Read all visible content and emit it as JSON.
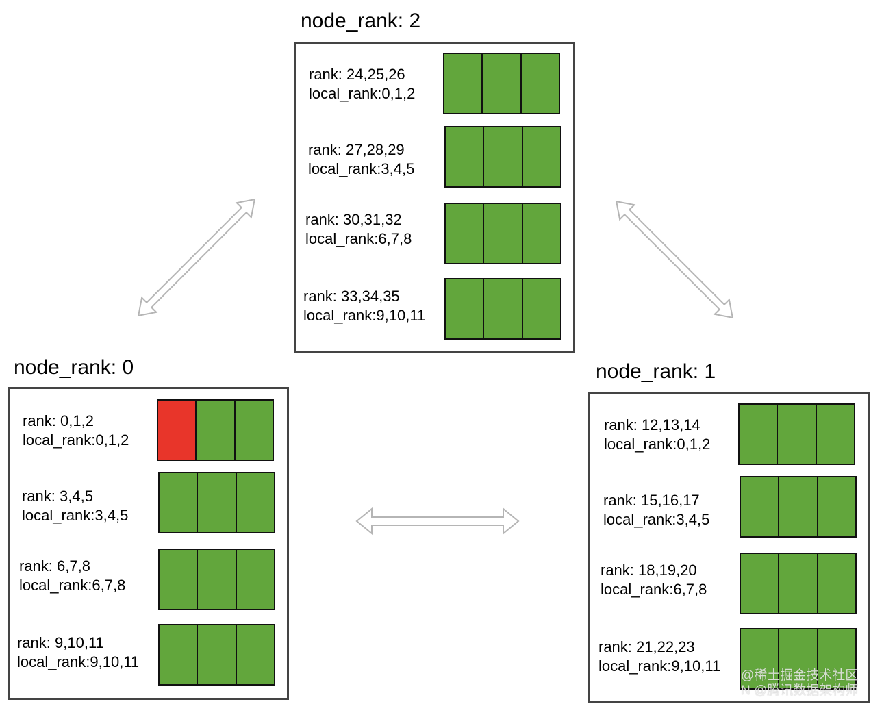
{
  "colors": {
    "gpu_active": "#e8352a",
    "gpu_idle": "#62a63c",
    "border": "#444444",
    "arrow": "#b5b5b5"
  },
  "nodes": [
    {
      "title": "node_rank: 2",
      "rows": [
        {
          "rank": "rank: 24,25,26",
          "local_rank": "local_rank:0,1,2",
          "gpu_states": [
            "idle",
            "idle",
            "idle"
          ]
        },
        {
          "rank": "rank: 27,28,29",
          "local_rank": "local_rank:3,4,5",
          "gpu_states": [
            "idle",
            "idle",
            "idle"
          ]
        },
        {
          "rank": "rank: 30,31,32",
          "local_rank": "local_rank:6,7,8",
          "gpu_states": [
            "idle",
            "idle",
            "idle"
          ]
        },
        {
          "rank": "rank: 33,34,35",
          "local_rank": "local_rank:9,10,11",
          "gpu_states": [
            "idle",
            "idle",
            "idle"
          ]
        }
      ]
    },
    {
      "title": "node_rank: 0",
      "rows": [
        {
          "rank": "rank: 0,1,2",
          "local_rank": "local_rank:0,1,2",
          "gpu_states": [
            "active",
            "idle",
            "idle"
          ]
        },
        {
          "rank": "rank: 3,4,5",
          "local_rank": "local_rank:3,4,5",
          "gpu_states": [
            "idle",
            "idle",
            "idle"
          ]
        },
        {
          "rank": "rank: 6,7,8",
          "local_rank": "local_rank:6,7,8",
          "gpu_states": [
            "idle",
            "idle",
            "idle"
          ]
        },
        {
          "rank": "rank: 9,10,11",
          "local_rank": "local_rank:9,10,11",
          "gpu_states": [
            "idle",
            "idle",
            "idle"
          ]
        }
      ]
    },
    {
      "title": "node_rank: 1",
      "rows": [
        {
          "rank": "rank: 12,13,14",
          "local_rank": "local_rank:0,1,2",
          "gpu_states": [
            "idle",
            "idle",
            "idle"
          ]
        },
        {
          "rank": "rank: 15,16,17",
          "local_rank": "local_rank:3,4,5",
          "gpu_states": [
            "idle",
            "idle",
            "idle"
          ]
        },
        {
          "rank": "rank: 18,19,20",
          "local_rank": "local_rank:6,7,8",
          "gpu_states": [
            "idle",
            "idle",
            "idle"
          ]
        },
        {
          "rank": "rank: 21,22,23",
          "local_rank": "local_rank:9,10,11",
          "gpu_states": [
            "idle",
            "idle",
            "idle"
          ]
        }
      ]
    }
  ],
  "connections": [
    {
      "from": "node_rank: 0",
      "to": "node_rank: 2"
    },
    {
      "from": "node_rank: 2",
      "to": "node_rank: 1"
    },
    {
      "from": "node_rank: 0",
      "to": "node_rank: 1"
    }
  ],
  "watermark": {
    "line1": "@稀土掘金技术社区",
    "line2": "N @腾讯数据架构师"
  }
}
